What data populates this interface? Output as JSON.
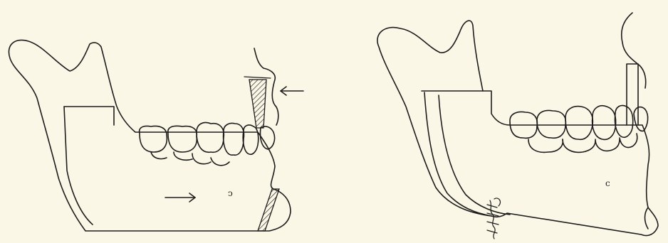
{
  "figure": {
    "background_color": "#fbf7e6",
    "ink_color": "#1d1d1d",
    "hatch_color": "#1d1d1d",
    "panels": [
      {
        "name": "before-osteotomy",
        "arrows": [
          {
            "name": "retract-arrow",
            "direction": "left"
          },
          {
            "name": "advance-arrow",
            "direction": "right"
          }
        ],
        "hatched_segments": [
          "upper-incisor-wedge",
          "chin-wedge"
        ],
        "mental_foramen_marker": "ↄ"
      },
      {
        "name": "after-osteotomy",
        "arrows": [],
        "hatched_segments": [],
        "mental_foramen_marker": "c",
        "wire_fixation": true
      }
    ]
  }
}
